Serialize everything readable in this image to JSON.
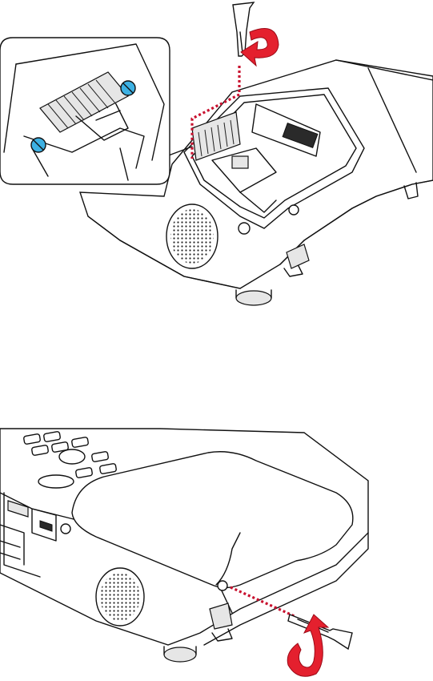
{
  "colors": {
    "indicator_red": "#e4202e",
    "dotted_path": "#c8102e",
    "screw_blue": "#3db1e3",
    "line": "#111111"
  },
  "figures": [
    {
      "step": "remove",
      "elements": [
        "projector-with-cover-removed",
        "screwdriver",
        "counterclockwise-arrow",
        "dotted-path-to-screw",
        "inset-detail",
        "blue-screws"
      ]
    },
    {
      "step": "open-cover",
      "elements": [
        "projector-with-lamp-cover",
        "screwdriver",
        "rotation-arrow",
        "dotted-path-to-cover-screw",
        "control-panel",
        "speaker-grille"
      ]
    }
  ]
}
